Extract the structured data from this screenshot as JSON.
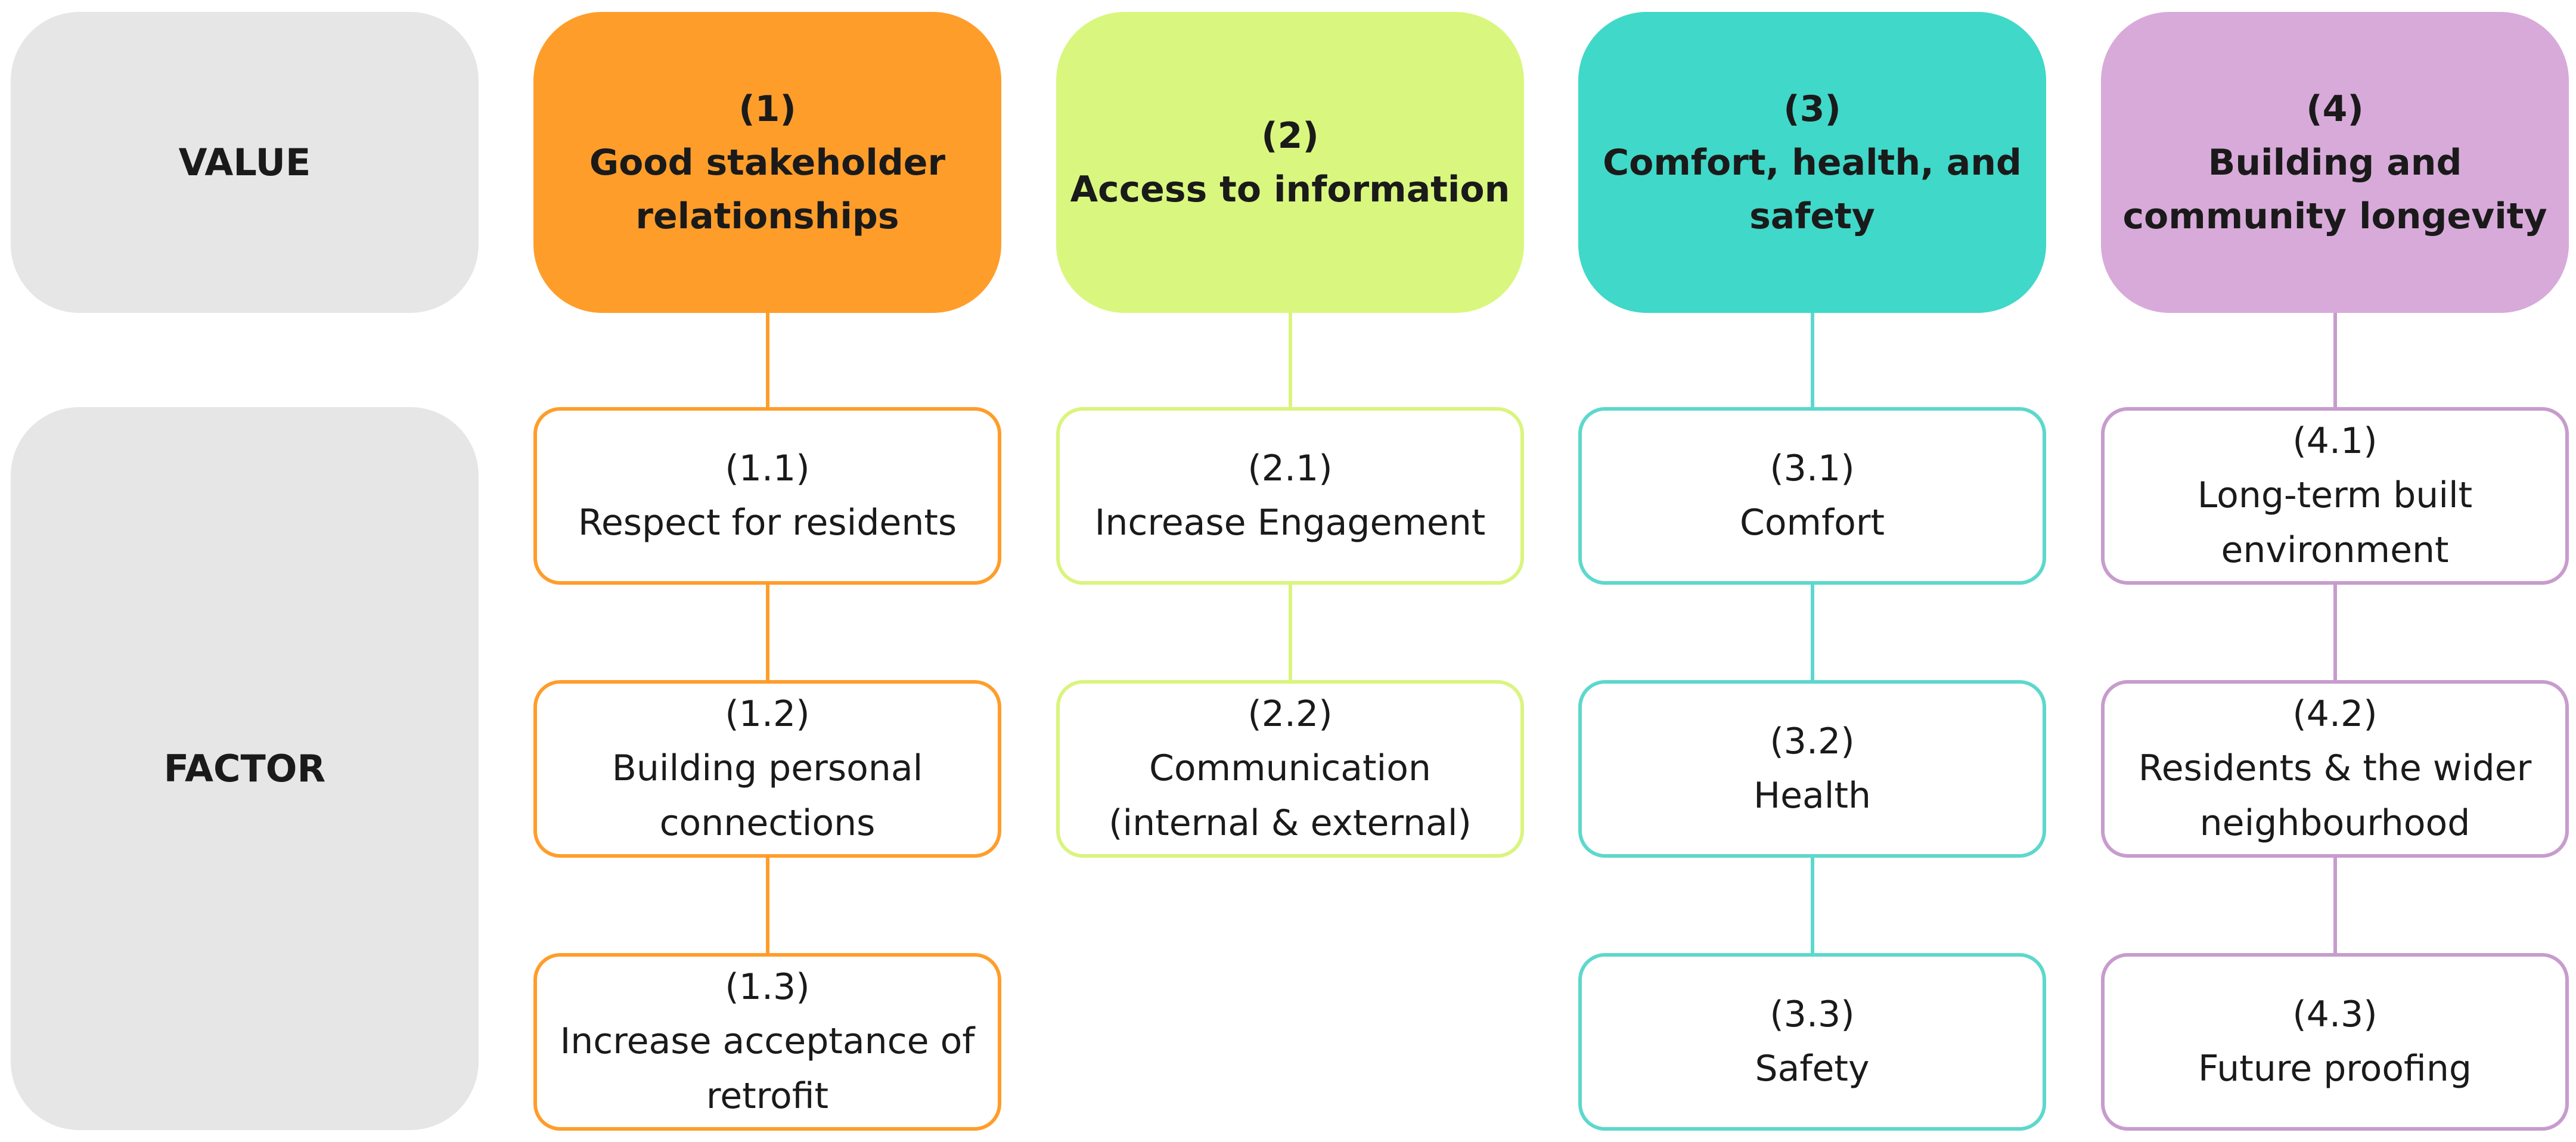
{
  "labels": {
    "value": "VALUE",
    "factor": "FACTOR"
  },
  "columns": [
    {
      "color": "#ff9d2a",
      "fill": "#ff9d2a",
      "text_color": "#1a1a1a",
      "value": "(1)\nGood stakeholder\nrelationships",
      "factors": [
        "(1.1)\nRespect for residents",
        "(1.2)\nBuilding personal\nconnections",
        "(1.3)\nIncrease acceptance of\nretrofit"
      ]
    },
    {
      "color": "#daf47e",
      "fill": "#d9f77e",
      "text_color": "#1a1a1a",
      "value": "(2)\nAccess to information",
      "factors": [
        "(2.1)\nIncrease Engagement",
        "(2.2)\nCommunication\n(internal & external)"
      ]
    },
    {
      "color": "#5dd8cc",
      "fill": "#40d8c8",
      "text_color": "#1a1a1a",
      "value": "(3)\nComfort, health, and\nsafety",
      "factors": [
        "(3.1)\nComfort",
        "(3.2)\nHealth",
        "(3.3)\nSafety"
      ]
    },
    {
      "color": "#c79ccd",
      "fill": "#d8aad9",
      "text_color": "#1a1a1a",
      "value": "(4)\nBuilding and\ncommunity longevity",
      "factors": [
        "(4.1)\nLong-term built\nenvironment",
        "(4.2)\nResidents & the wider\nneighbourhood",
        "(4.3)\nFuture proofing"
      ]
    }
  ]
}
